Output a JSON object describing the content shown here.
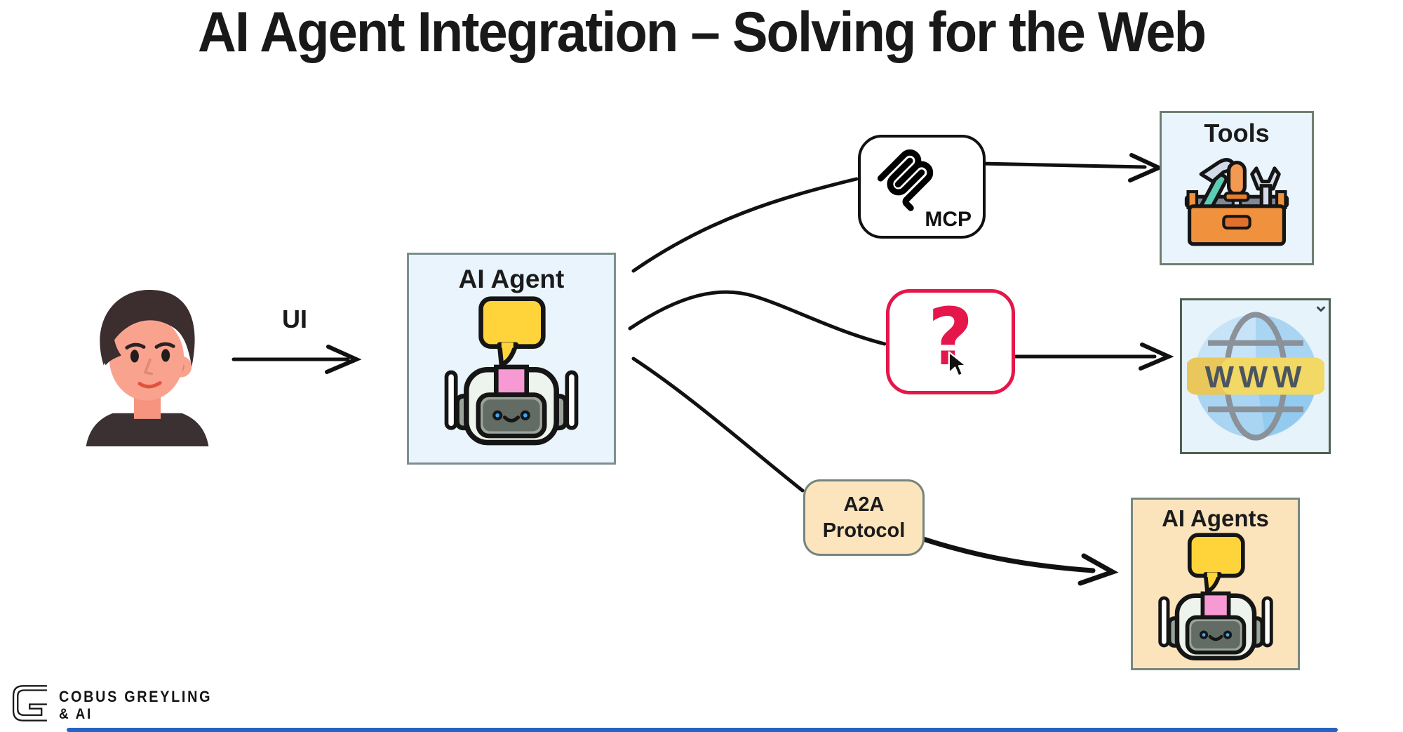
{
  "title": "AI Agent Integration – Solving for the Web",
  "diagram": {
    "ui_label": "UI",
    "ai_agent": {
      "title": "AI Agent"
    },
    "mcp": {
      "label": "MCP"
    },
    "tools": {
      "title": "Tools"
    },
    "question": {
      "mark": "?"
    },
    "www": {
      "label": "WWW"
    },
    "a2a": {
      "line1": "A2A",
      "line2": "Protocol"
    },
    "ai_agents": {
      "title": "AI Agents"
    }
  },
  "branding": {
    "line1": "COBUS GREYLING",
    "line2": "& AI"
  },
  "colors": {
    "accent_crimson": "#E5164A",
    "panel_blue": "#E9F4FC",
    "panel_peach": "#FBE4BC",
    "bubble_yellow": "#FFD43B",
    "robot_pink": "#F799D2",
    "toolbox_orange": "#F0913D",
    "globe_blue": "#A9D5F2",
    "banner_yellow": "#F2D864",
    "outline_black": "#151515",
    "border_sage": "#75857C",
    "bottom_rule_blue": "#2563C4"
  }
}
